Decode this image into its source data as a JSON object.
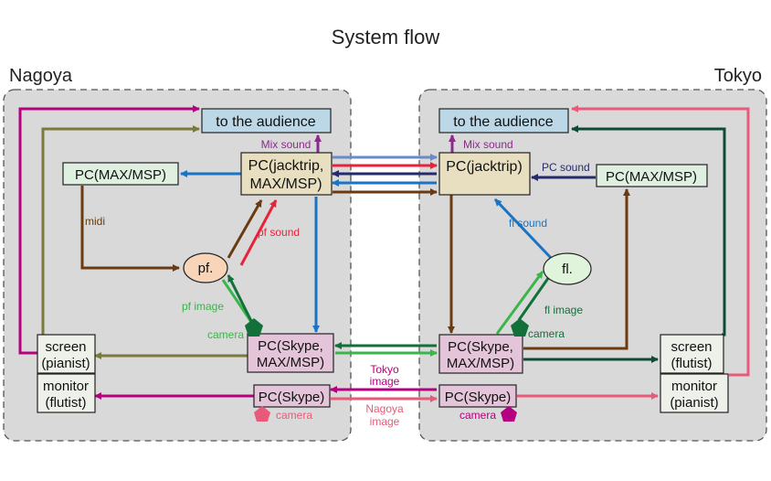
{
  "title": "System flow",
  "sites": {
    "left": "Nagoya",
    "right": "Tokyo"
  },
  "nagoya": {
    "audience": "to the audience",
    "jacktrip": [
      "PC(jacktrip,",
      "MAX/MSP)"
    ],
    "maxmsp": "PC(MAX/MSP)",
    "pianist_node": "pf.",
    "skype_max": [
      "PC(Skype,",
      "MAX/MSP)"
    ],
    "skype": "PC(Skype)",
    "screen": [
      "screen",
      "(pianist)"
    ],
    "monitor": [
      "monitor",
      "(flutist)"
    ],
    "label_mix_sound": "Mix sound",
    "label_midi": "midi",
    "label_pf_sound": "pf sound",
    "label_pf_image": "pf image",
    "label_camera_1": "camera",
    "label_camera_2": "camera"
  },
  "tokyo": {
    "audience": "to the audience",
    "jacktrip": "PC(jacktrip)",
    "maxmsp": "PC(MAX/MSP)",
    "flutist_node": "fl.",
    "skype_max": [
      "PC(Skype,",
      "MAX/MSP)"
    ],
    "skype": "PC(Skype)",
    "screen": [
      "screen",
      "(flutist)"
    ],
    "monitor": [
      "monitor",
      "(pianist)"
    ],
    "label_mix_sound": "Mix sound",
    "label_pc_sound": "PC sound",
    "label_fl_sound": "fl sound",
    "label_fl_image": "fl image",
    "label_camera_1": "camera",
    "label_camera_2": "camera"
  },
  "between": {
    "tokyo_image": [
      "Tokyo",
      "image"
    ],
    "nagoya_image": [
      "Nagoya",
      "image"
    ]
  },
  "colors": {
    "magenta": "#b5007f",
    "olive": "#7a7a3a",
    "brown": "#6b3a10",
    "blue": "#1a73c4",
    "red": "#e8223a",
    "navy": "#252a6b",
    "dark_green": "#12713a",
    "light_green": "#3ab54a",
    "pink": "#e85a7a",
    "dark_teal": "#0e4a3a",
    "purple": "#8a2a8a",
    "periwinkle": "#6a8ac8"
  }
}
